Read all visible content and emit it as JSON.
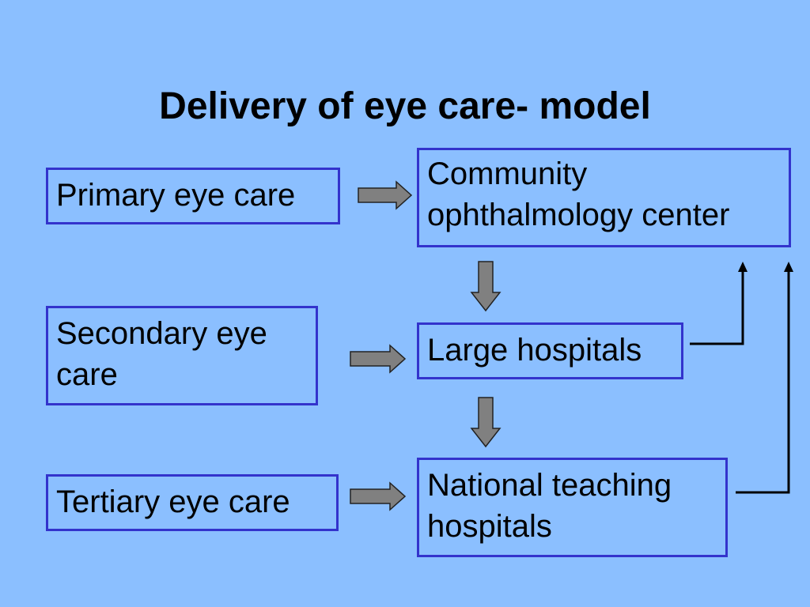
{
  "slide": {
    "title": "Delivery of eye care- model"
  },
  "levels": {
    "primary": "Primary eye care",
    "secondary": "Secondary eye care",
    "tertiary": "Tertiary eye care"
  },
  "facilities": {
    "community": "Community ophthalmology center",
    "large": "Large hospitals",
    "national": "National teaching hospitals"
  },
  "colors": {
    "background": "#8bbfff",
    "box_border": "#3333cc",
    "block_arrow_fill": "#808080",
    "line": "#000000"
  }
}
